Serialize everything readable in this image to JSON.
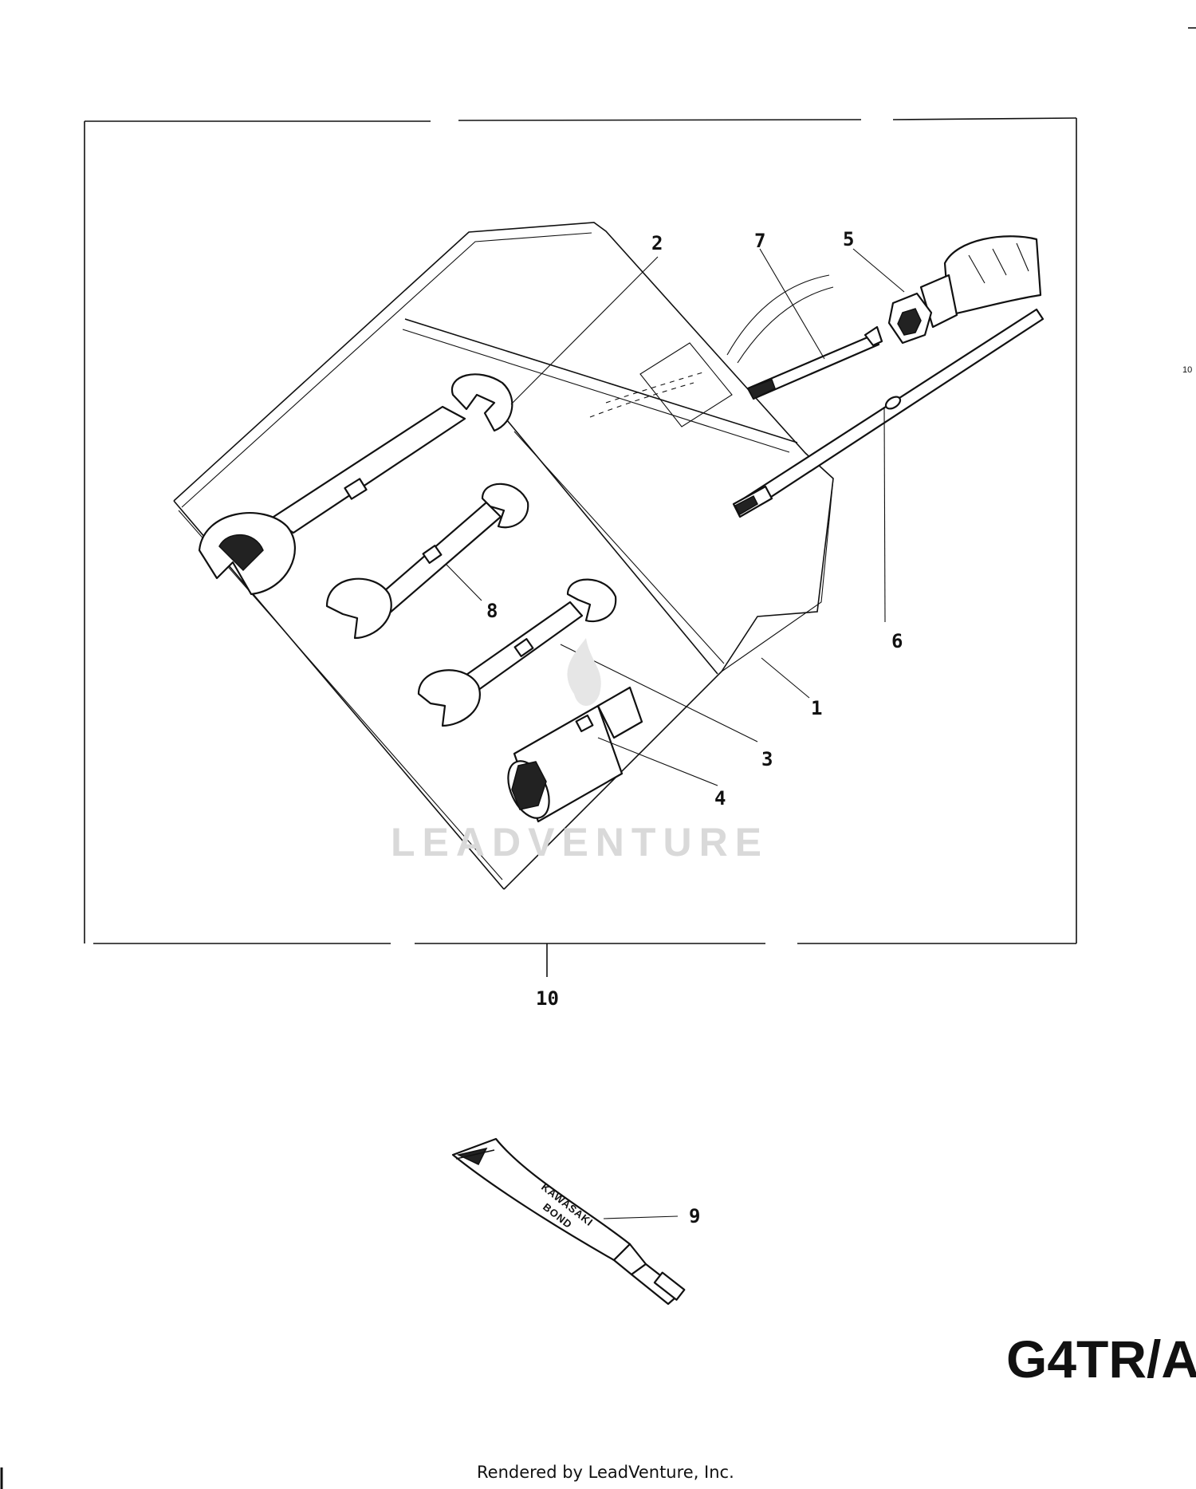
{
  "diagram": {
    "callouts": {
      "c1": "1",
      "c2": "2",
      "c3": "3",
      "c4": "4",
      "c5": "5",
      "c6": "6",
      "c7": "7",
      "c8": "8",
      "c9": "9",
      "c10": "10"
    },
    "tube_label_line1": "KAWASAKI",
    "tube_label_line2": "BOND",
    "watermark": "LEADVENTURE",
    "model_code": "G4TR/A",
    "edge_number": "10",
    "footer": "Rendered by LeadVenture, Inc."
  }
}
